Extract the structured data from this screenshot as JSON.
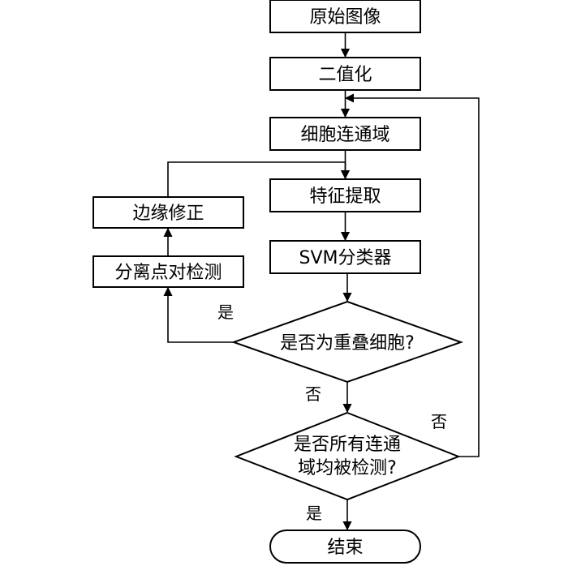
{
  "nodes": {
    "original_image": "原始图像",
    "binarize": "二值化",
    "cell_region": "细胞连通域",
    "feature_extract": "特征提取",
    "svm": "SVM分类器",
    "edge_correct": "边缘修正",
    "split_detect": "分离点对检测",
    "overlap_q": "是否为重叠细胞?",
    "all_checked_q_line1": "是否所有连通",
    "all_checked_q_line2": "域均被检测?",
    "end": "结束"
  },
  "edge_labels": {
    "overlap_yes": "是",
    "overlap_no": "否",
    "all_no": "否",
    "all_yes": "是"
  }
}
